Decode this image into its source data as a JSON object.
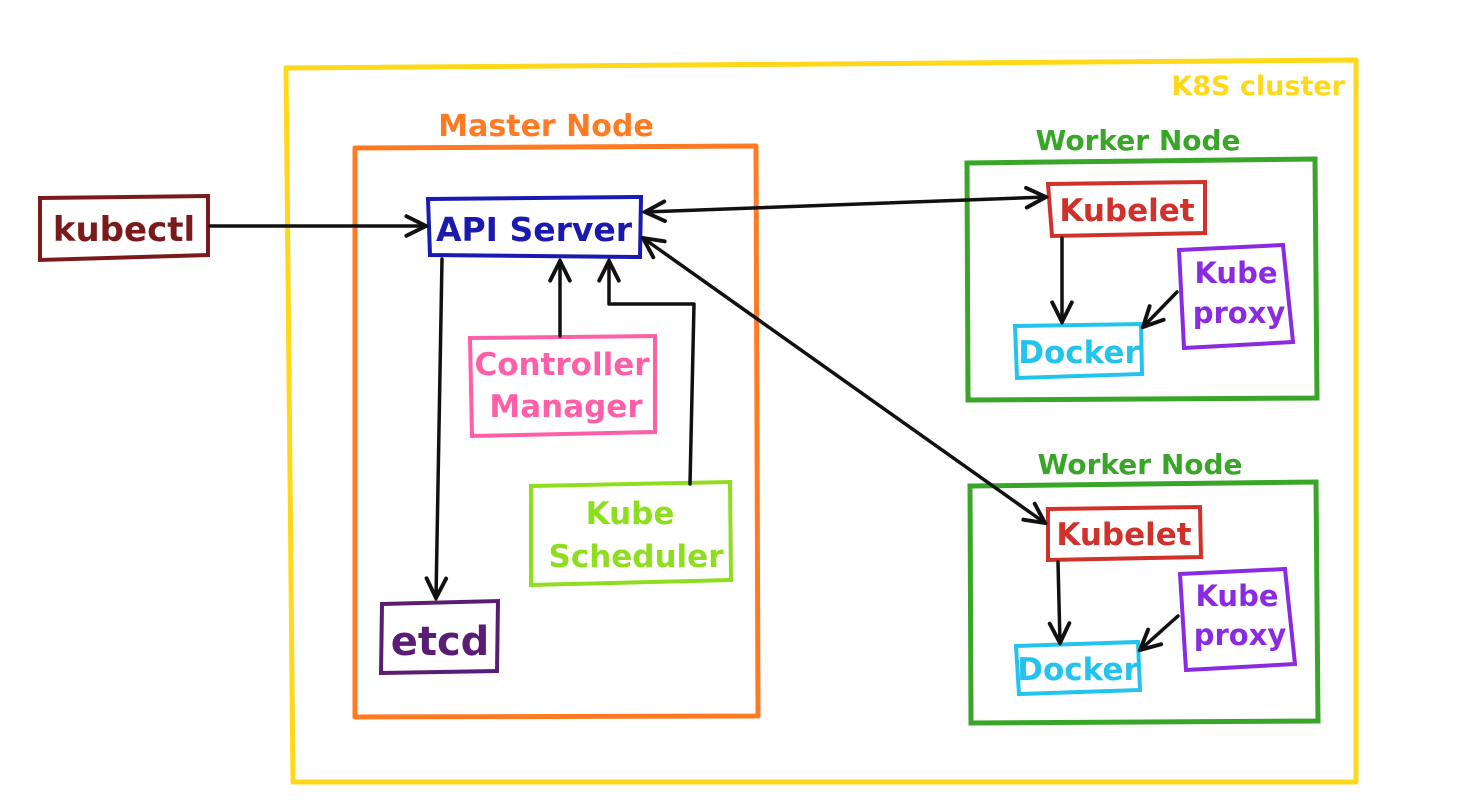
{
  "cluster": {
    "label": "K8S cluster",
    "color": "#ffd81a"
  },
  "master": {
    "label": "Master Node",
    "color": "#ff7a22"
  },
  "workers": [
    {
      "label": "Worker Node",
      "color": "#3aa629",
      "kubelet": "Kubelet",
      "docker": "Docker",
      "proxy_line1": "Kube",
      "proxy_line2": "proxy"
    },
    {
      "label": "Worker Node",
      "color": "#3aa629",
      "kubelet": "Kubelet",
      "docker": "Docker",
      "proxy_line1": "Kube",
      "proxy_line2": "proxy"
    }
  ],
  "components": {
    "kubectl": {
      "label": "kubectl",
      "color": "#7a1a1a"
    },
    "api_server": {
      "label": "API Server",
      "color": "#1a1ab0"
    },
    "controller_manager": {
      "line1": "Controller",
      "line2": "Manager",
      "color": "#ff5fa8"
    },
    "kube_scheduler": {
      "line1": "Kube",
      "line2": "Scheduler",
      "color": "#8fdd1f"
    },
    "etcd": {
      "label": "etcd",
      "color": "#5b1d73"
    }
  },
  "colors": {
    "kubelet": "#d1312b",
    "docker": "#22c4ee",
    "proxy": "#8a2be2",
    "arrow": "#111111"
  }
}
